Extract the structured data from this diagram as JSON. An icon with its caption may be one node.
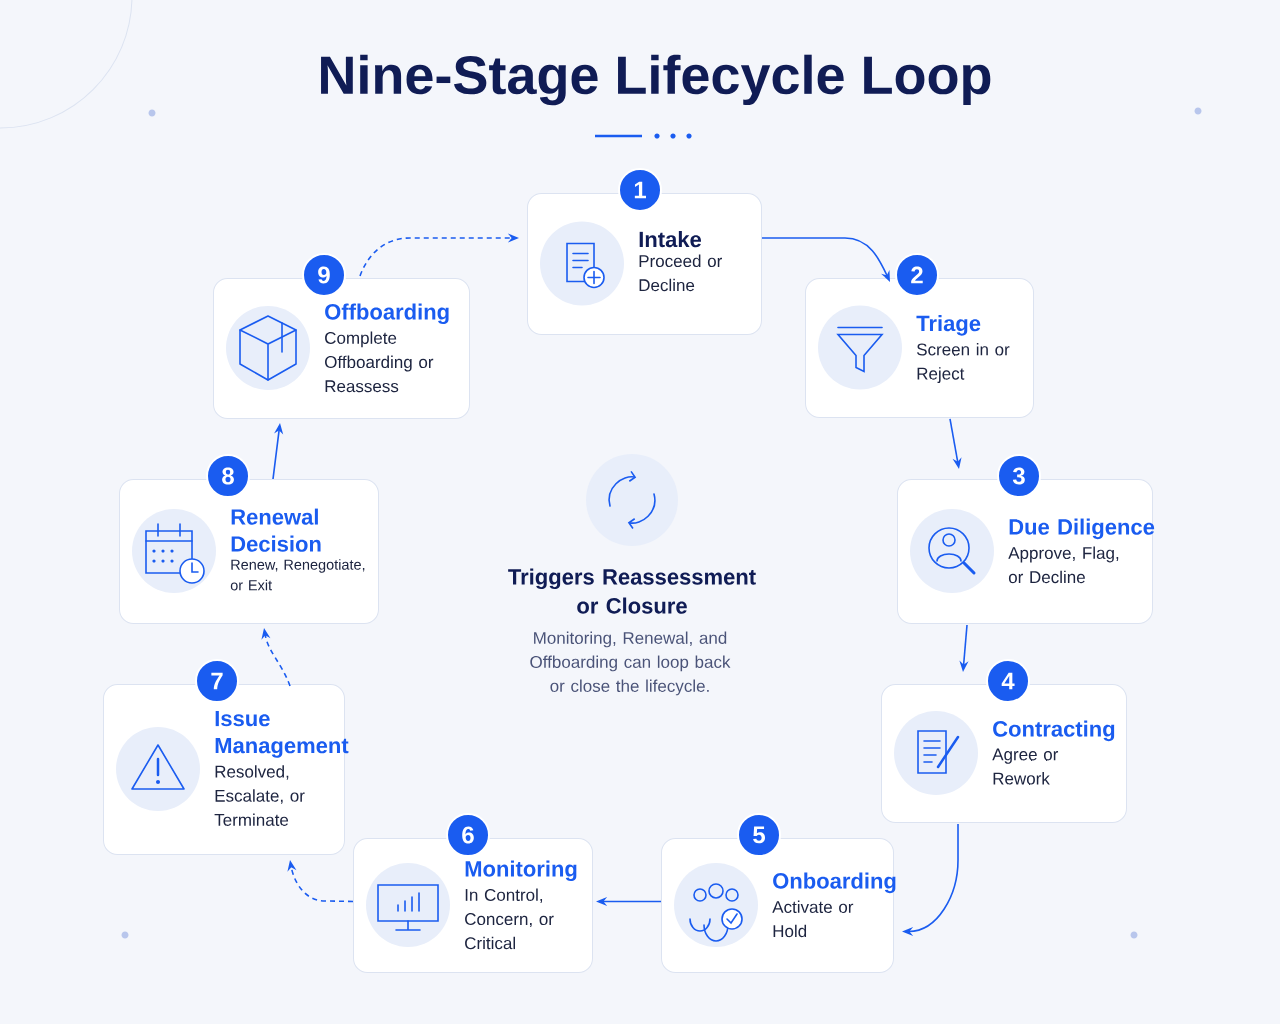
{
  "diagram": {
    "title": "Nine-Stage Lifecycle Loop",
    "nodes": [
      {
        "text": [
          "1",
          "Intake",
          "Proceed or Decline"
        ]
      },
      {
        "text": [
          "2",
          "Triage",
          "Screen in or Reject"
        ]
      },
      {
        "text": [
          "3",
          "Due Diligence",
          "Approve, Flag, or Decline"
        ]
      },
      {
        "text": [
          "4",
          "Contracting",
          "Agree or Rework"
        ]
      },
      {
        "text": [
          "5",
          "Onboarding",
          "Activate or Hold"
        ]
      },
      {
        "text": [
          "6",
          "Monitoring",
          "In Control, Concern, or Critical"
        ]
      },
      {
        "text": [
          "7",
          "Issue Management",
          "Resolved, Escalate, or Terminate"
        ]
      },
      {
        "text": [
          "8",
          "Renewal Decision",
          "Renew, Renegotiate, or Exit"
        ]
      },
      {
        "text": [
          "9",
          "Offboarding",
          "Complete Offboarding or Reassess"
        ]
      }
    ],
    "edges": [
      {
        "from": 0,
        "to": 1,
        "arrow": "to"
      },
      {
        "from": 1,
        "to": 2,
        "arrow": "to"
      },
      {
        "from": 2,
        "to": 3,
        "arrow": "to"
      },
      {
        "from": 3,
        "to": 4,
        "arrow": "to"
      },
      {
        "from": 4,
        "to": 5,
        "arrow": "to"
      },
      {
        "from": 5,
        "to": 6,
        "arrow": "to",
        "style": "dashed"
      },
      {
        "from": 6,
        "to": 7,
        "arrow": "to",
        "style": "dashed"
      },
      {
        "from": 7,
        "to": 8,
        "arrow": "to"
      },
      {
        "from": 8,
        "to": 0,
        "arrow": "to",
        "style": "dashed"
      }
    ],
    "labels": [
      "Triggers Reassessment or Closure",
      "Monitoring, Renewal, and Offboarding can loop back or close the lifecycle."
    ]
  }
}
